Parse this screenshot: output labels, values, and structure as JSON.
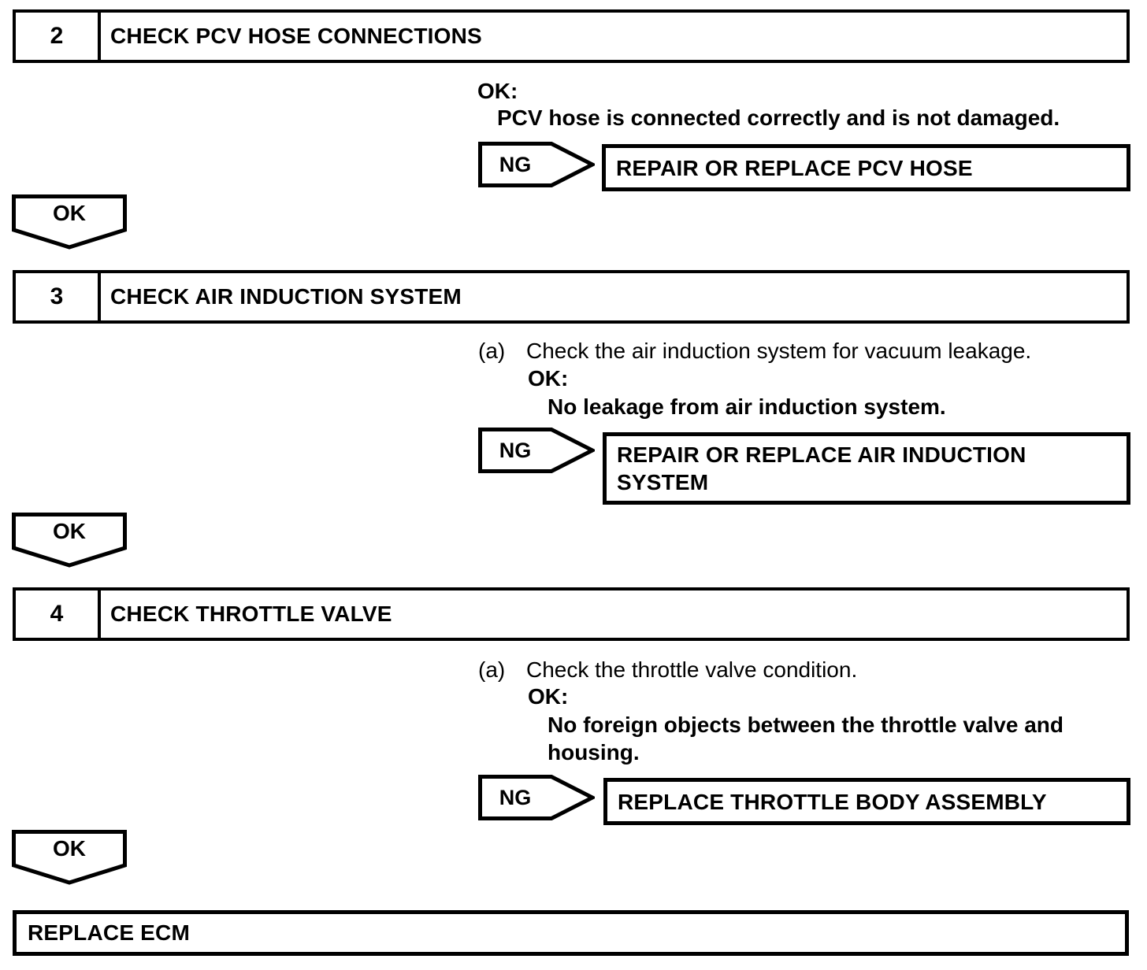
{
  "page": {
    "kind": "diagnostic-flowchart",
    "background_color": "#ffffff",
    "line_color": "#000000"
  },
  "sections": [
    {
      "number": "2",
      "title": "CHECK PCV HOSE CONNECTIONS",
      "ok_label": "OK:",
      "ok_condition": "PCV hose is connected correctly and is not damaged.",
      "ng_label": "NG",
      "ng_action": "REPAIR OR REPLACE PCV HOSE",
      "ok_branch_label": "OK"
    },
    {
      "number": "3",
      "title": "CHECK AIR INDUCTION SYSTEM",
      "step_marker": "(a)",
      "step_text": "Check the air induction system for vacuum leakage.",
      "ok_label": "OK:",
      "ok_condition": "No leakage from air induction system.",
      "ng_label": "NG",
      "ng_action": "REPAIR OR REPLACE AIR INDUCTION\nSYSTEM",
      "ok_branch_label": "OK"
    },
    {
      "number": "4",
      "title": "CHECK THROTTLE VALVE",
      "step_marker": "(a)",
      "step_text": "Check the throttle valve condition.",
      "ok_label": "OK:",
      "ok_condition": "No foreign objects between the throttle valve and\nhousing.",
      "ng_label": "NG",
      "ng_action": "REPLACE THROTTLE BODY ASSEMBLY",
      "ok_branch_label": "OK"
    }
  ],
  "final_action": "REPLACE ECM"
}
